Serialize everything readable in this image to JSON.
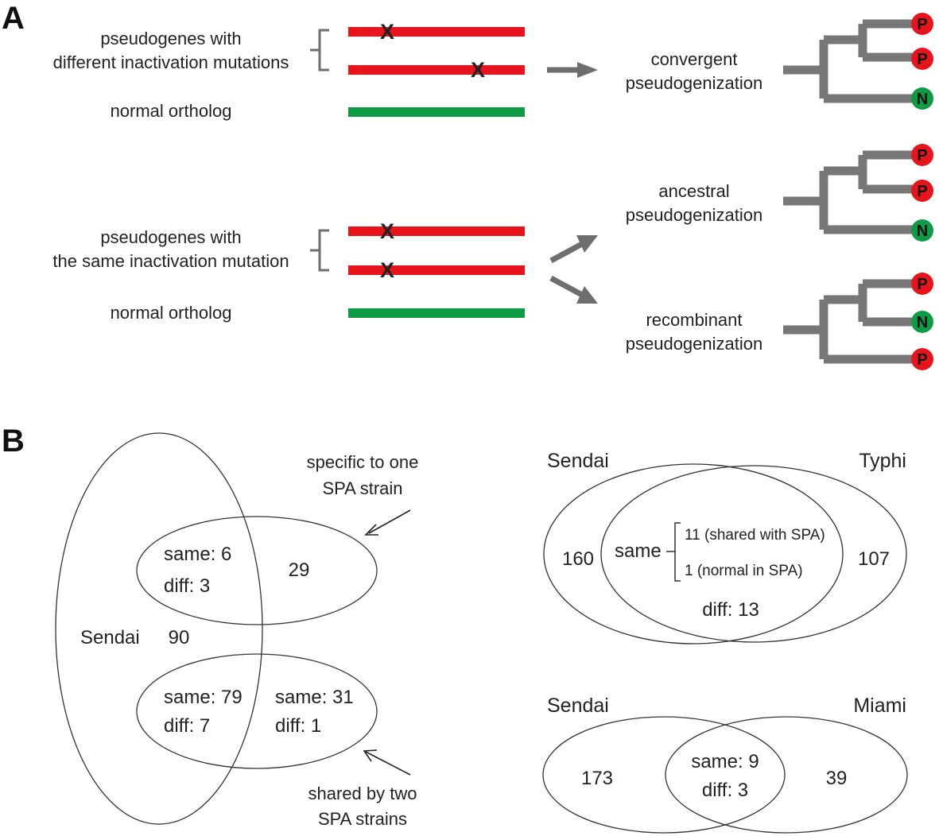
{
  "colors": {
    "pseudogene": "#e8141c",
    "normal": "#0f9a45",
    "connector": "#6e6e6e",
    "mutation_mark": "#222222",
    "outline": "#333333"
  },
  "panel_a": {
    "letter": "A",
    "group1_label": [
      "pseudogenes with",
      "different inactivation mutations"
    ],
    "group1_normal": "normal ortholog",
    "group2_label": [
      "pseudogenes with",
      "the same inactivation mutation"
    ],
    "group2_normal": "normal ortholog",
    "mutation_mark": "X",
    "outcomes": [
      {
        "label": [
          "convergent",
          "pseudogenization"
        ],
        "badges": [
          "P",
          "P",
          "N"
        ]
      },
      {
        "label": [
          "ancestral",
          "pseudogenization"
        ],
        "badges": [
          "P",
          "P",
          "N"
        ]
      },
      {
        "label": [
          "recombinant",
          "pseudogenization"
        ],
        "badges": [
          "P",
          "N",
          "P"
        ]
      }
    ]
  },
  "panel_b": {
    "letter": "B",
    "left": {
      "annotation_top": [
        "specific to one",
        "SPA strain"
      ],
      "annotation_bottom": [
        "shared by two",
        "SPA strains"
      ],
      "sendai_label": "Sendai",
      "sendai_only": "90",
      "specific_overlap": [
        "same: 6",
        "diff: 3"
      ],
      "specific_only": "29",
      "shared_overlap": [
        "same: 79",
        "diff: 7"
      ],
      "shared_only": [
        "same: 31",
        "diff: 1"
      ]
    },
    "typhi": {
      "left_name": "Sendai",
      "right_name": "Typhi",
      "left_only": "160",
      "right_only": "107",
      "same_label": "same",
      "same_items": [
        "11 (shared with SPA)",
        "1 (normal in SPA)"
      ],
      "diff": "diff: 13"
    },
    "miami": {
      "left_name": "Sendai",
      "right_name": "Miami",
      "left_only": "173",
      "right_only": "39",
      "overlap": [
        "same: 9",
        "diff: 3"
      ]
    }
  }
}
